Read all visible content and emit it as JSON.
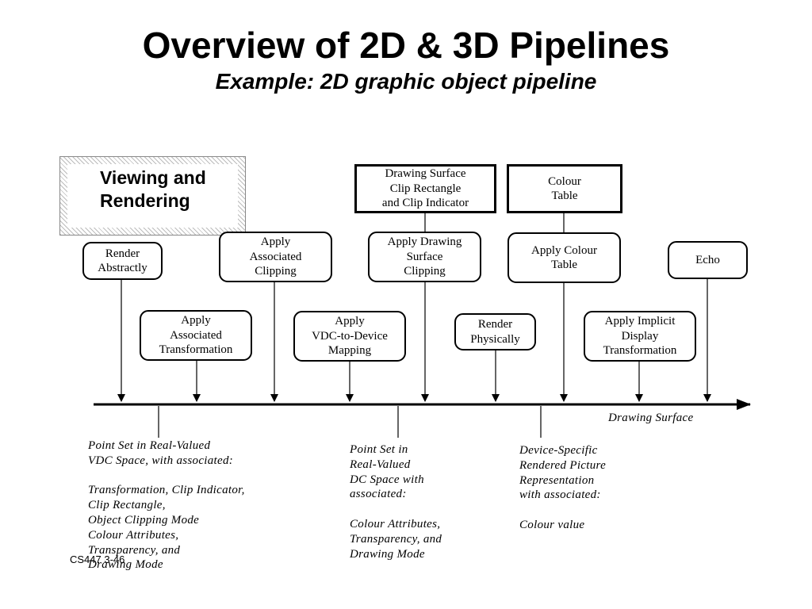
{
  "slide": {
    "title": "Overview of 2D & 3D Pipelines",
    "subtitle": "Example: 2D graphic object pipeline",
    "section_label": "Viewing and\nRendering",
    "footer": "CS447 3-46"
  },
  "inputs": {
    "drawing_surface_clip": "Drawing Surface\nClip Rectangle\nand Clip Indicator",
    "colour_table": "Colour\nTable"
  },
  "pipeline": {
    "render_abstractly": "Render\nAbstractly",
    "apply_associated_transformation": "Apply\nAssociated\nTransformation",
    "apply_associated_clipping": "Apply\nAssociated\nClipping",
    "apply_vdc_to_device_mapping": "Apply\nVDC-to-Device\nMapping",
    "apply_drawing_surface_clipping": "Apply Drawing\nSurface\nClipping",
    "render_physically": "Render\nPhysically",
    "apply_colour_table": "Apply Colour\nTable",
    "apply_implicit_display_transformation": "Apply Implicit\nDisplay\nTransformation",
    "echo": "Echo"
  },
  "axis": {
    "label": "Drawing Surface"
  },
  "notes": {
    "vdc_point_set": "Point Set in Real-Valued\nVDC Space, with associated:\n\nTransformation, Clip Indicator,\nClip Rectangle,\nObject Clipping Mode\nColour Attributes,\nTransparency, and\nDrawing Mode",
    "dc_point_set": "Point Set in\nReal-Valued\nDC Space with\nassociated:\n\nColour Attributes,\nTransparency, and\nDrawing Mode",
    "device_picture": "Device-Specific\nRendered Picture\nRepresentation\nwith associated:\n\nColour value"
  }
}
